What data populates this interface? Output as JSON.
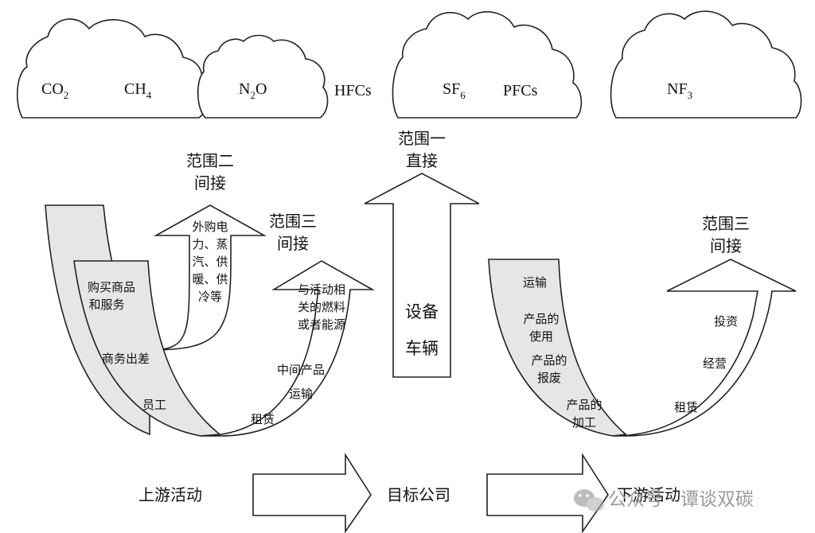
{
  "gases": {
    "co2": {
      "base": "CO",
      "sub": "2"
    },
    "ch4": {
      "base": "CH",
      "sub": "4"
    },
    "n2o": {
      "pre": "N",
      "sub": "2",
      "post": "O"
    },
    "hfcs": "HFCs",
    "sf6": {
      "base": "SF",
      "sub": "6"
    },
    "pfcs": "PFCs",
    "nf3": {
      "base": "NF",
      "sub": "3"
    }
  },
  "scope1": {
    "line1": "范围一",
    "line2": "直接",
    "items": [
      "设备",
      "车辆"
    ]
  },
  "scope2": {
    "line1": "范围二",
    "line2": "间接",
    "items": [
      "外购电",
      "力、蒸",
      "汽、供",
      "暖、供",
      "冷等"
    ]
  },
  "scope3_upstream": {
    "line1": "范围三",
    "line2": "间接",
    "grey_items": [
      "购买商品",
      "和服务",
      "商务出差",
      "员工"
    ],
    "white_items": [
      "与活动相",
      "关的燃料",
      "或者能源",
      "中间产品",
      "运输",
      "租赁"
    ]
  },
  "scope3_downstream": {
    "line1": "范围三",
    "line2": "间接",
    "grey_items": [
      "运输",
      "产品的",
      "使用",
      "产品的",
      "报废",
      "产品的",
      "加工"
    ],
    "white_items": [
      "投资",
      "经营",
      "租赁"
    ]
  },
  "flow": {
    "upstream": "上游活动",
    "company": "目标公司",
    "downstream": "下游活动"
  },
  "watermark": {
    "icon": "wechat-icon",
    "text": "公众号 · 谭谈双碳"
  }
}
